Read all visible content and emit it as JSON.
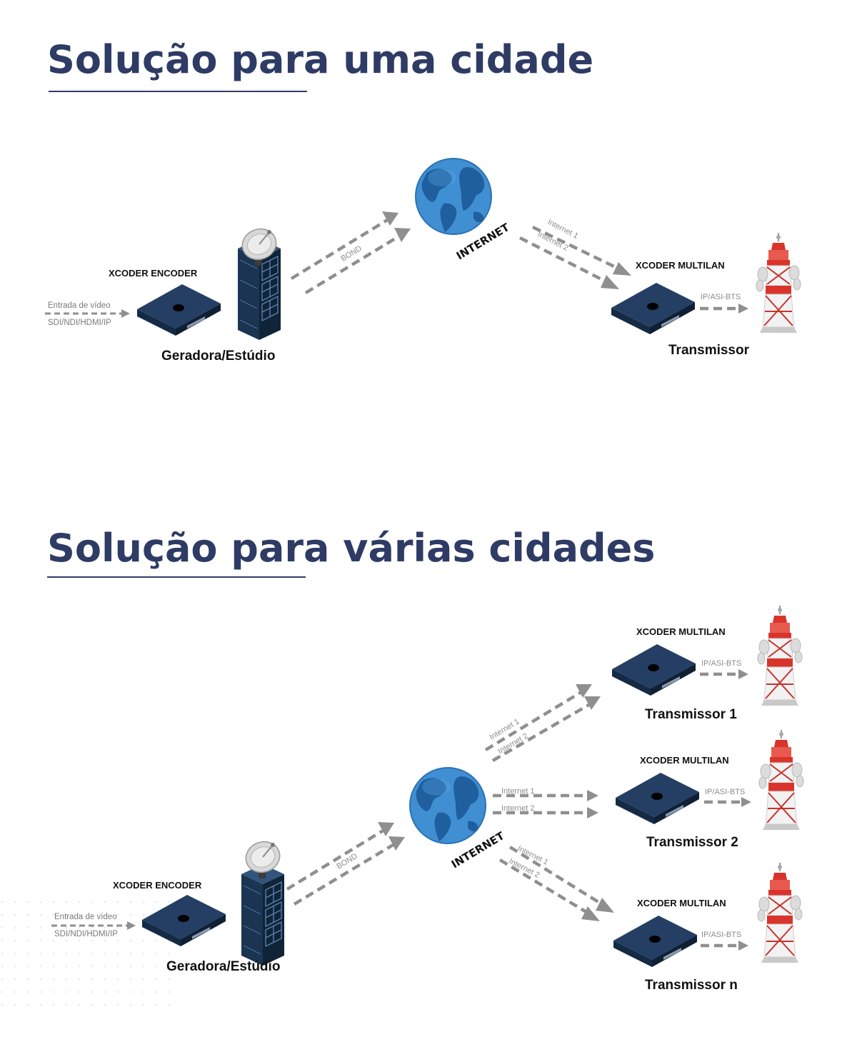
{
  "section1": {
    "title": "Solução para uma cidade",
    "encoder_label": "XCODER ENCODER",
    "input_label": "Entrada de vídeo",
    "input_formats": "SDI/NDI/HDMI/IP",
    "studio_label": "Geradora/Estúdio",
    "bond_label": "BOND",
    "internet_label": "INTERNET",
    "link1_label": "Internet 1",
    "link2_label": "Internet 2",
    "multilan_label": "XCODER MULTILAN",
    "output_label": "IP/ASI-BTS",
    "transmitter_label": "Transmissor"
  },
  "section2": {
    "title": "Solução para várias cidades",
    "encoder_label": "XCODER ENCODER",
    "input_label": "Entrada de vídeo",
    "input_formats": "SDI/NDI/HDMI/IP",
    "studio_label": "Geradora/Estúdio",
    "bond_label": "BOND",
    "internet_label": "INTERNET",
    "destinations": [
      {
        "multilan_label": "XCODER MULTILAN",
        "link1_label": "Internet 1",
        "link2_label": "Internet 2",
        "output_label": "IP/ASI-BTS",
        "transmitter_label": "Transmissor 1"
      },
      {
        "multilan_label": "XCODER MULTILAN",
        "link1_label": "Internet 1",
        "link2_label": "Internet 2",
        "output_label": "IP/ASI-BTS",
        "transmitter_label": "Transmissor 2"
      },
      {
        "multilan_label": "XCODER MULTILAN",
        "link1_label": "Internet 1",
        "link2_label": "Internet 2",
        "output_label": "IP/ASI-BTS",
        "transmitter_label": "Transmissor n"
      }
    ]
  },
  "colors": {
    "title": "#2e3b65",
    "device": "#1e3a5f",
    "arrow": "#8f8f8f",
    "globe_ocean": "#3f8fd2",
    "globe_land": "#1f5f9e",
    "tower_red": "#d9342b"
  },
  "icons": [
    "encoder-device-icon",
    "server-rack-icon",
    "satellite-dish-icon",
    "globe-icon",
    "multilan-device-icon",
    "transmission-tower-icon"
  ]
}
